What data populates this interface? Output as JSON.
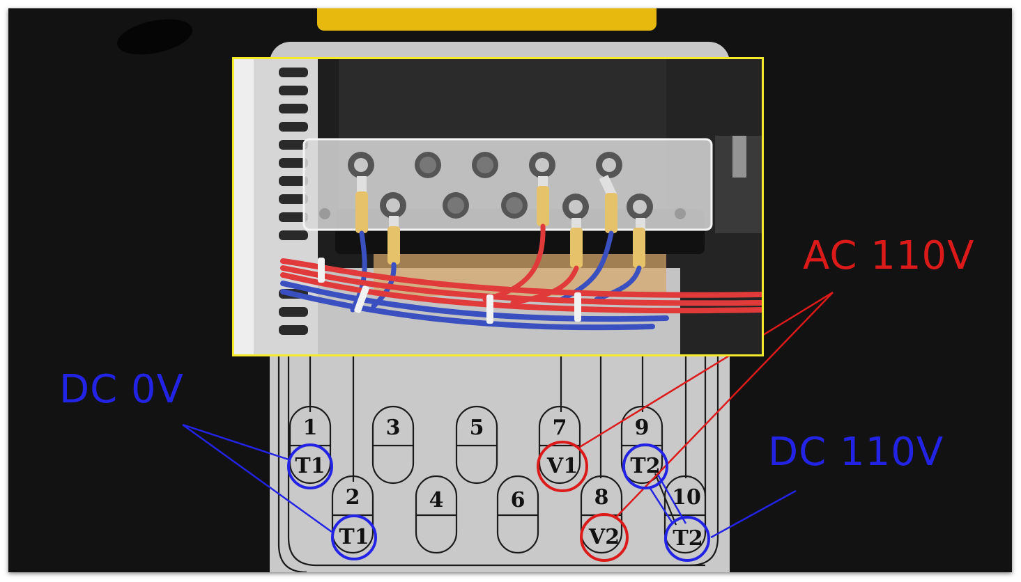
{
  "labels": {
    "dc_0v": "DC 0V",
    "ac_110v": "AC 110V",
    "dc_110v": "DC 110V"
  },
  "terminals": {
    "t1": "1",
    "t2": "2",
    "t3": "3",
    "t4": "4",
    "t5": "5",
    "t6": "6",
    "t7": "7",
    "t8": "8",
    "t9": "9",
    "t10": "10"
  },
  "subs": {
    "t1": "T1",
    "t2": "T1",
    "t7": "V1",
    "t8": "V2",
    "t9": "T2",
    "t10": "T2"
  },
  "colors": {
    "dc": "#2323e6",
    "ac": "#dd1a1a",
    "highlight": "#f2ea2a",
    "background": "#121212",
    "panel": "#c9c9c9"
  }
}
